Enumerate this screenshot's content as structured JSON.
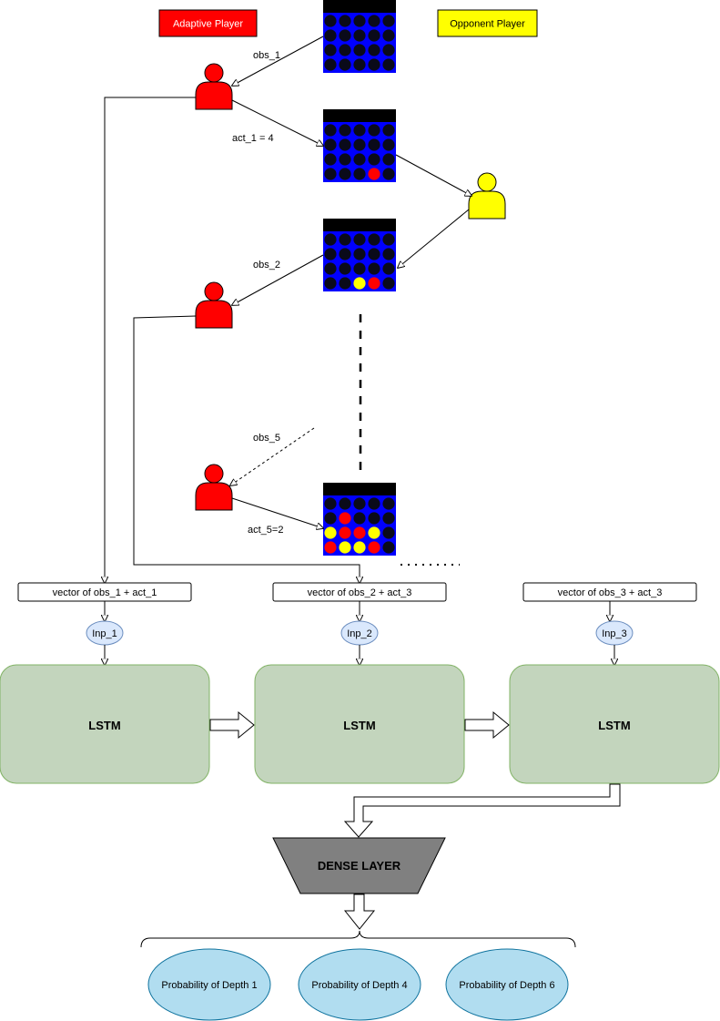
{
  "legend": {
    "adaptive": {
      "label": "Adaptive Player",
      "color": "#ff0000"
    },
    "opponent": {
      "label": "Opponent Player",
      "color": "#ffff00"
    }
  },
  "edge_labels": {
    "obs_1": "obs_1",
    "act_1": "act_1 = 4",
    "obs_2": "obs_2",
    "obs_5": "obs_5",
    "act_5": "act_5=2"
  },
  "boards": [
    {
      "id": "board-1",
      "rows": [
        [
          "k",
          "k",
          "k",
          "k",
          "k"
        ],
        [
          "k",
          "k",
          "k",
          "k",
          "k"
        ],
        [
          "k",
          "k",
          "k",
          "k",
          "k"
        ],
        [
          "k",
          "k",
          "k",
          "k",
          "k"
        ]
      ]
    },
    {
      "id": "board-2",
      "rows": [
        [
          "k",
          "k",
          "k",
          "k",
          "k"
        ],
        [
          "k",
          "k",
          "k",
          "k",
          "k"
        ],
        [
          "k",
          "k",
          "k",
          "k",
          "k"
        ],
        [
          "k",
          "k",
          "k",
          "r",
          "k"
        ]
      ]
    },
    {
      "id": "board-3",
      "rows": [
        [
          "k",
          "k",
          "k",
          "k",
          "k"
        ],
        [
          "k",
          "k",
          "k",
          "k",
          "k"
        ],
        [
          "k",
          "k",
          "k",
          "k",
          "k"
        ],
        [
          "k",
          "k",
          "y",
          "r",
          "k"
        ]
      ]
    },
    {
      "id": "board-4",
      "rows": [
        [
          "k",
          "k",
          "k",
          "k",
          "k"
        ],
        [
          "k",
          "r",
          "k",
          "k",
          "k"
        ],
        [
          "y",
          "r",
          "r",
          "y",
          "k"
        ],
        [
          "r",
          "y",
          "y",
          "r",
          "k"
        ]
      ]
    }
  ],
  "vectors": [
    "vector of obs_1 + act_1",
    "vector of obs_2 + act_3",
    "vector of obs_3 + act_3"
  ],
  "inputs": [
    "Inp_1",
    "Inp_2",
    "Inp_3"
  ],
  "lstm_label": "LSTM",
  "dense_label": "DENSE LAYER",
  "outputs": [
    "Probability of Depth 1",
    "Probability of Depth 4",
    "Probability of Depth 6"
  ],
  "colors": {
    "board_frame": "#0000ff",
    "board_top": "#000000",
    "disc_empty": "#0a0a1a",
    "disc_red": "#ff0000",
    "disc_yellow": "#ffff00",
    "lstm_fill": "#c3d5bd",
    "lstm_stroke": "#82b366",
    "input_fill": "#dae8fc",
    "input_stroke": "#6c8ebf",
    "dense_fill": "#808080",
    "output_fill": "#b1ddf0",
    "output_stroke": "#10739e"
  }
}
